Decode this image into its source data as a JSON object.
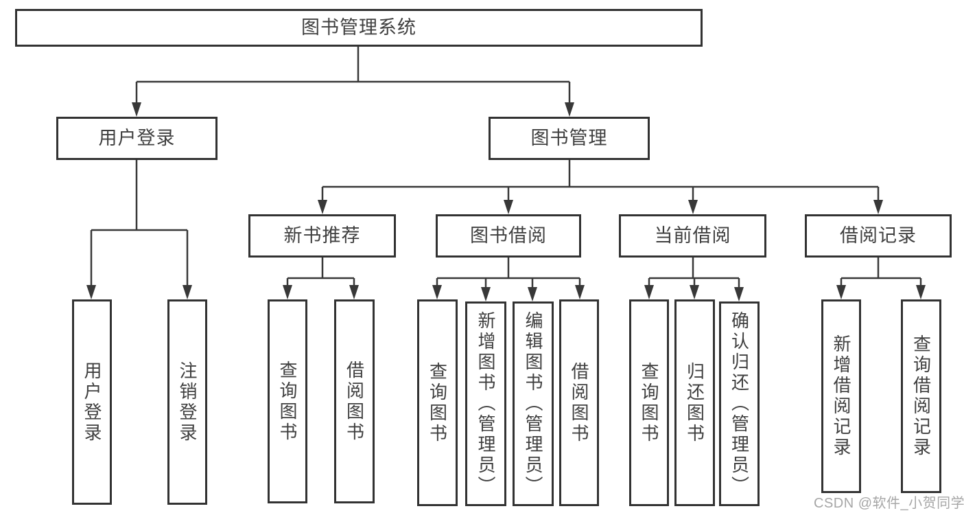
{
  "tree": {
    "label": "图书管理系统",
    "children": [
      {
        "label": "用户登录",
        "children": [
          {
            "label": "用户登录"
          },
          {
            "label": "注销登录"
          }
        ]
      },
      {
        "label": "图书管理",
        "children": [
          {
            "label": "新书推荐",
            "children": [
              {
                "label": "查询图书"
              },
              {
                "label": "借阅图书"
              }
            ]
          },
          {
            "label": "图书借阅",
            "children": [
              {
                "label": "查询图书"
              },
              {
                "label": "新增图书（管理员）"
              },
              {
                "label": "编辑图书（管理员）"
              },
              {
                "label": "借阅图书"
              }
            ]
          },
          {
            "label": "当前借阅",
            "children": [
              {
                "label": "查询图书"
              },
              {
                "label": "归还图书"
              },
              {
                "label": "确认归还（管理员）"
              }
            ]
          },
          {
            "label": "借阅记录",
            "children": [
              {
                "label": "新增借阅记录"
              },
              {
                "label": "查询借阅记录"
              }
            ]
          }
        ]
      }
    ]
  },
  "watermark": {
    "text": "CSDN @软件_小贺同学"
  },
  "colors": {
    "background": "#ffffff",
    "node_border": "#323232",
    "connector_line": "#383838",
    "text": "#3f3f3f",
    "watermark": "#a6a6a6"
  }
}
